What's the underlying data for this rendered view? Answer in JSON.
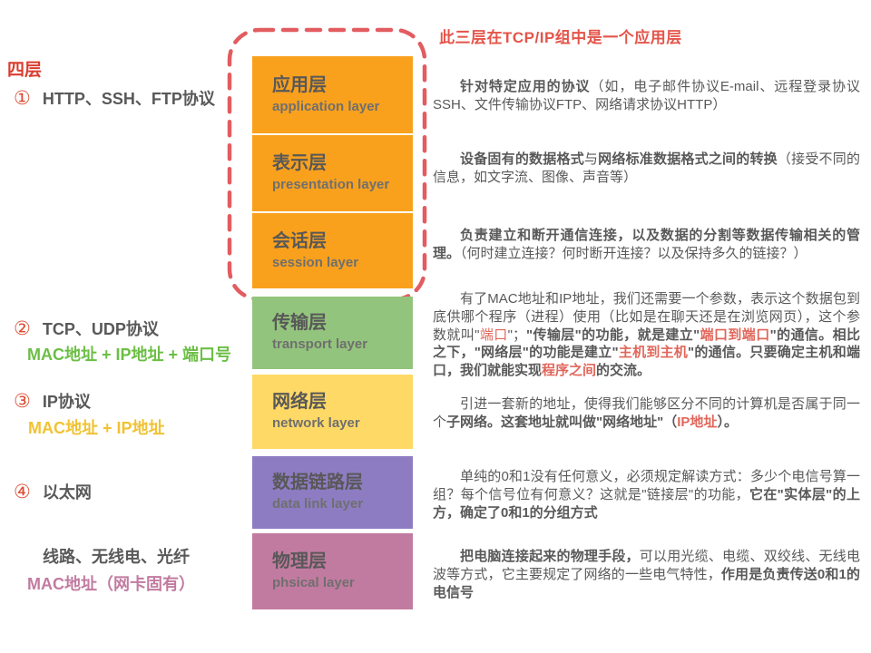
{
  "colors": {
    "orange_box": "#F9A11D",
    "green_box": "#93C47D",
    "yellow_box": "#FFD966",
    "purple_box": "#8E7CC3",
    "pink_box": "#C27BA0",
    "red_heading": "#D93D2E",
    "red_annotation": "#E4544A",
    "red_accent_text": "#E0665A",
    "dashed_border": "#E25C60",
    "green_text": "#6CBE45",
    "yellow_text": "#F1C232",
    "pink_text": "#C27BA0",
    "gray_text": "#595959"
  },
  "annotation": {
    "text": "此三层在TCP/IP组中是一个应用层"
  },
  "left": {
    "heading": "四层",
    "items": [
      {
        "num": "①",
        "label": "HTTP、SSH、FTP协议"
      },
      {
        "num": "②",
        "label": "TCP、UDP协议",
        "sub": "MAC地址 + IP地址 + 端口号",
        "sub_color": "#6CBE45"
      },
      {
        "num": "③",
        "label": "IP协议",
        "sub": "MAC地址 + IP地址",
        "sub_color": "#F1C232"
      },
      {
        "num": "④",
        "label": "以太网"
      },
      {
        "num": "",
        "label": "线路、无线电、光纤",
        "sub": "MAC地址（网卡固有）",
        "sub_color": "#C27BA0"
      }
    ]
  },
  "layers": [
    {
      "cn": "应用层",
      "en": "application layer",
      "color": "#F9A11D"
    },
    {
      "cn": "表示层",
      "en": "presentation layer",
      "color": "#F9A11D"
    },
    {
      "cn": "会话层",
      "en": "session layer",
      "color": "#F9A11D"
    },
    {
      "cn": "传输层",
      "en": "transport layer",
      "color": "#93C47D"
    },
    {
      "cn": "网络层",
      "en": "network layer",
      "color": "#FFD966"
    },
    {
      "cn": "数据链路层",
      "en": "data link layer",
      "color": "#8E7CC3"
    },
    {
      "cn": "物理层",
      "en": "phsical layer",
      "color": "#C27BA0"
    }
  ],
  "right": {
    "paragraphs": [
      {
        "segments": [
          {
            "t": "针对特定应用的协议",
            "b": true
          },
          {
            "t": "（如，电子邮件协议E-mail、远程登录协议SSH、文件传输协议FTP、网络请求协议HTTP）"
          }
        ]
      },
      {
        "segments": [
          {
            "t": "设备固有的数据格式",
            "b": true
          },
          {
            "t": "与"
          },
          {
            "t": "网络标准数据格式之间的转换",
            "b": true
          },
          {
            "t": "（接受不同的信息，如文字流、图像、声音等）"
          }
        ]
      },
      {
        "segments": [
          {
            "t": "负责建立和断开通信连接，以及数据的分割等数据传输相关的管理。",
            "b": true
          },
          {
            "t": "（何时建立连接？何时断开连接？以及保持多久的链接？）"
          }
        ]
      },
      {
        "segments": [
          {
            "t": "有了MAC地址和IP地址，我们还需要一个参数，表示这个数据包到底供哪个程序（进程）使用（比如是在聊天还是在浏览网页），这个参数就叫\""
          },
          {
            "t": "端口",
            "r": true
          },
          {
            "t": "\"；"
          },
          {
            "t": "\"传输层\"的功能，就是建立\"",
            "b": true
          },
          {
            "t": "端口到端口",
            "b": true,
            "r": true
          },
          {
            "t": "\"的通信。相比之下，\"网络层\"的功能是建立\"",
            "b": true
          },
          {
            "t": "主机到主机",
            "b": true,
            "r": true
          },
          {
            "t": "\"的通信。只要确定主机和端口，我们就能实现",
            "b": true
          },
          {
            "t": "程序之间",
            "b": true,
            "r": true
          },
          {
            "t": "的交流。",
            "b": true
          }
        ]
      },
      {
        "segments": [
          {
            "t": "引进一套新的地址，使得我们能够区分不同的计算机是否属于同一个"
          },
          {
            "t": "子网络。这套地址就叫做\"网络地址\"（",
            "b": true
          },
          {
            "t": "IP地址",
            "b": true,
            "r": true
          },
          {
            "t": "）。",
            "b": true
          }
        ]
      },
      {
        "segments": [
          {
            "t": "单纯的0和1没有任何意义，必须规定解读方式：多少个电信号算一组？每个信号位有何意义？这就是\"链接层\"的功能，"
          },
          {
            "t": "它在\"实体层\"的上方，确定了0和1的分组方式",
            "b": true
          }
        ]
      },
      {
        "segments": [
          {
            "t": "把电脑连接起来的物理手段，",
            "b": true
          },
          {
            "t": "可以用光缆、电缆、双绞线、无线电波等方式，它主要规定了网络的一些电气特性，"
          },
          {
            "t": "作用是负责传送0和1的电信号",
            "b": true
          }
        ]
      }
    ]
  }
}
